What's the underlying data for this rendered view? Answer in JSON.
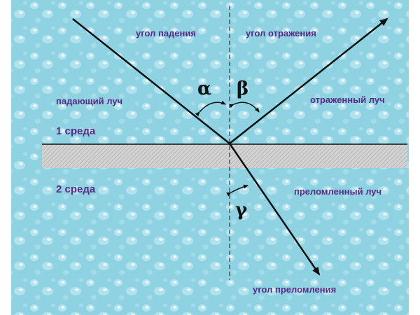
{
  "labels": {
    "incidence_angle": "угол падения",
    "reflection_angle": "угол отражения",
    "incident_ray": "падающий луч",
    "reflected_ray": "отраженный луч",
    "medium_1": "1 среда",
    "medium_2": "2 среда",
    "refracted_ray": "преломленный луч",
    "refraction_angle": "угол преломления"
  },
  "symbols": {
    "alpha": "α",
    "beta": "β",
    "gamma": "γ"
  },
  "colors": {
    "water": "#8fd3e3",
    "water_light": "#bfe9f2",
    "interface_band": "#cfcfcf",
    "ray": "#111111",
    "label_text": "#5a2a82"
  }
}
